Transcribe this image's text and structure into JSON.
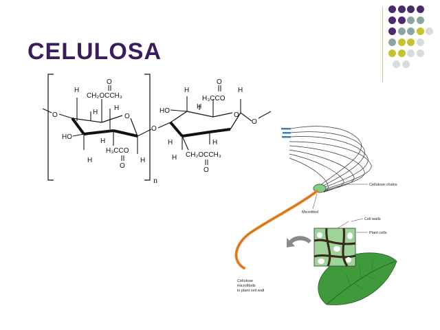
{
  "slide": {
    "title": "CELULOSA"
  },
  "decor": {
    "dot_rows": [
      [
        "#4a2a6b",
        "#4a2a6b",
        "#4a2a6b",
        "#4a2a6b"
      ],
      [
        "#4a2a6b",
        "#4a2a6b",
        "#8aa5a3",
        "#8aa5a3"
      ],
      [
        "#4a2a6b",
        "#8aa5a3",
        "#8aa5a3",
        "#c5c32e",
        "#d9d9e0"
      ],
      [
        "#8aa5a3",
        "#c5c32e",
        "#c5c32e",
        "#d9d9e0"
      ],
      [
        "#c5c32e",
        "#c5c32e",
        "#d9d9e0",
        "#d9d9e0"
      ],
      [
        "#d9d9e0",
        "#d9d9e0"
      ]
    ],
    "accent_line": "#c9c38a"
  },
  "structure": {
    "labels": {
      "h": "H",
      "o": "O",
      "ho": "HO",
      "ch2_left": "CH₂OCCH₃",
      "h3cco_top": "H₃CCO",
      "h3cco_bottom": "H₃CCO",
      "ch2_bottom": "CH₂OCCH₃",
      "subscript_n": "n"
    }
  },
  "illustration": {
    "labels": {
      "cellulose_chains": "Cellulose chains",
      "microfibril": "Microfibril",
      "cell_walls": "Cell walls",
      "plant_cells": "Plant cells",
      "caption_line1": "Cellulose",
      "caption_line2": "microfibrils",
      "caption_line3": "in plant cell wall"
    },
    "colors": {
      "fibril": "#e8862a",
      "leaf": "#3f9a3c",
      "cell_block": "#9ed49a",
      "arrow": "#8a8a8a",
      "chain_ends": "#3a7fb0"
    }
  }
}
